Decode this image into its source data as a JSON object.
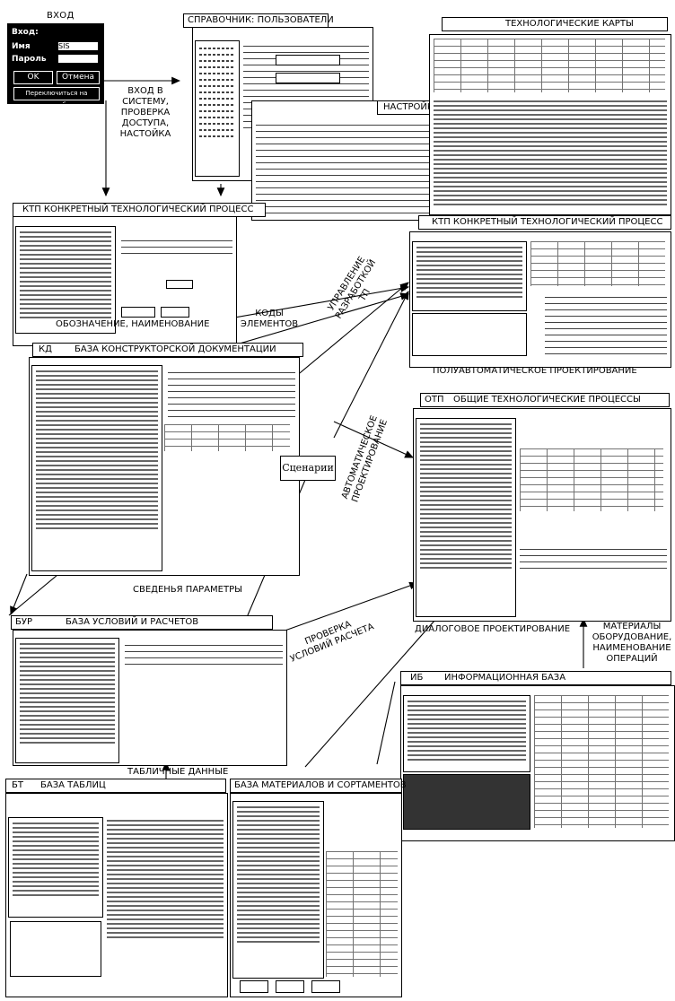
{
  "login": {
    "title": "ВХОД",
    "prompt": "Вход:",
    "name_label": "Имя",
    "name_value": "SIS",
    "password_label": "Пароль",
    "ok": "OK",
    "cancel": "Отмена",
    "change_db": "Переключиться на другую базу"
  },
  "users_dir": {
    "title": "СПРАВОЧНИК: ПОЛЬЗОВАТЕЛИ"
  },
  "tech_cards": {
    "title": "ТЕХНОЛОГИЧЕСКИЕ КАРТЫ"
  },
  "settings": {
    "title": "НАСТРОЙКА"
  },
  "ktp_left": {
    "title": "КТП  КОНКРЕТНЫЙ   ТЕХНОЛОГИЧЕСКИЙ  ПРОЦЕСС"
  },
  "ktp_right": {
    "title": "КТП  КОНКРЕТНЫЙ  ТЕХНОЛОГИЧЕСКИЙ  ПРОЦЕСС"
  },
  "bkd": {
    "prefix": "КД",
    "title": "БАЗА КОНСТРУКТОРСКОЙ ДОКУМЕНТАЦИИ"
  },
  "otp": {
    "prefix": "ОТП",
    "title": "ОБЩИЕ ТЕХНОЛОГИЧЕСКИЕ ПРОЦЕССЫ"
  },
  "bur": {
    "prefix": "БУР",
    "title": "БАЗА УСЛОВИЙ И РАСЧЕТОВ"
  },
  "ib": {
    "prefix": "ИБ",
    "title": "ИНФОРМАЦИОННАЯ БАЗА"
  },
  "bt": {
    "prefix": "БТ",
    "title": "БАЗА ТАБЛИЦ"
  },
  "bms": {
    "title": "БАЗА МАТЕРИАЛОВ И СОРТАМЕНТОВ"
  },
  "scenarios": "Сценарии",
  "labels": {
    "login_access": "ВХОД В СИСТЕМУ, ПРОВЕРКА ДОСТУПА, НАСТОЙКА",
    "designation": "ОБОЗНАЧЕНИЕ, НАИМЕНОВАНИЕ",
    "codes": "КОДЫ ЭЛЕМЕНТОВ",
    "management": "УПРАВЛЕНИЕ РАЗРАБОТКОЙ ТП",
    "semi_auto": "ПОЛУАВТОМАТИЧЕСКОЕ ПРОЕКТИРОВАНИЕ",
    "auto": "АВТОМАТИЧЕСКОЕ ПРОЕКТИРОВАНИЕ",
    "params": "СВЕДЕНЬЯ  ПАРАМЕТРЫ",
    "check_conditions": "ПРОВЕРКА УСЛОВИЙ РАСЧЕТА",
    "dialog": "ДИАЛОГОВОЕ ПРОЕКТИРОВАНИЕ",
    "materials": "МАТЕРИАЛЫ ОБОРУДОВАНИЕ, НАИМЕНОВАНИЕ ОПЕРАЦИЙ",
    "table_data": "ТАБЛИЧНЫЕ ДАННЫЕ"
  }
}
